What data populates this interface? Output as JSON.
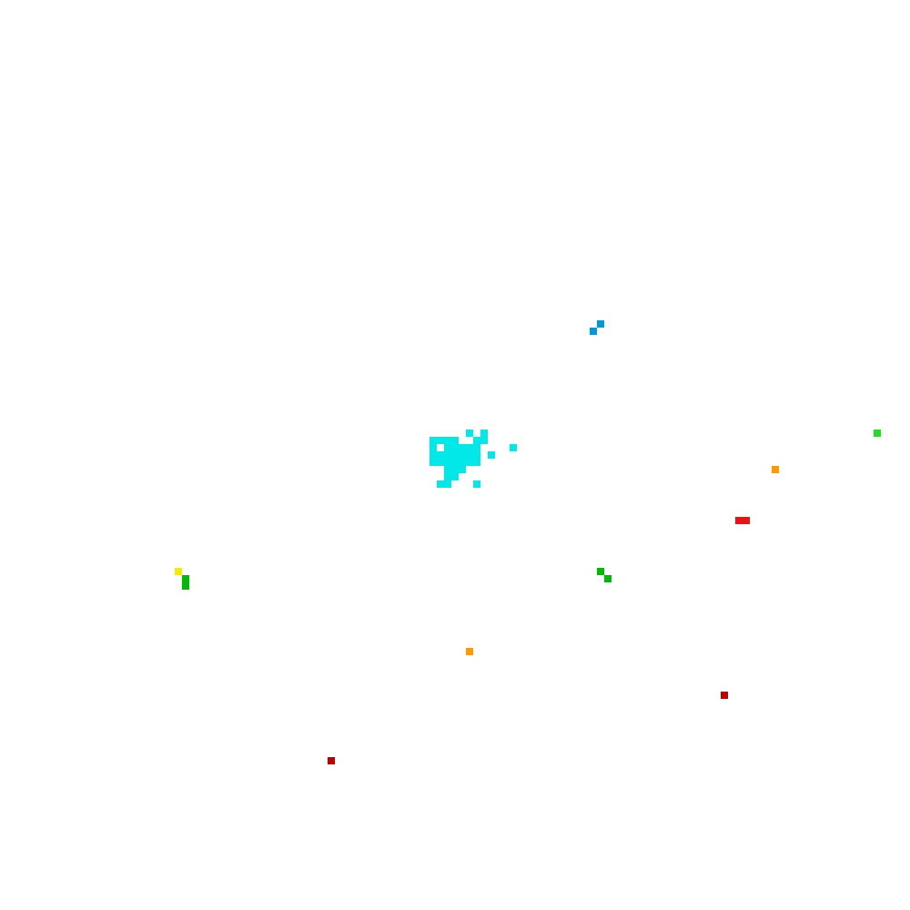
{
  "board": {
    "background": "#ffffff",
    "grid_cells": 125,
    "pixels_per_cell": 8
  },
  "player": {
    "name": "player-blob",
    "color": "#00e8e8",
    "cells": [
      [
        64,
        59
      ],
      [
        66,
        59
      ],
      [
        59,
        60
      ],
      [
        60,
        60
      ],
      [
        61,
        60
      ],
      [
        62,
        60
      ],
      [
        65,
        60
      ],
      [
        66,
        60
      ],
      [
        59,
        61
      ],
      [
        61,
        61
      ],
      [
        62,
        61
      ],
      [
        63,
        61
      ],
      [
        64,
        61
      ],
      [
        65,
        61
      ],
      [
        70,
        61
      ],
      [
        59,
        62
      ],
      [
        60,
        62
      ],
      [
        61,
        62
      ],
      [
        62,
        62
      ],
      [
        63,
        62
      ],
      [
        64,
        62
      ],
      [
        65,
        62
      ],
      [
        67,
        62
      ],
      [
        59,
        63
      ],
      [
        60,
        63
      ],
      [
        61,
        63
      ],
      [
        62,
        63
      ],
      [
        63,
        63
      ],
      [
        64,
        63
      ],
      [
        65,
        63
      ],
      [
        61,
        64
      ],
      [
        62,
        64
      ],
      [
        63,
        64
      ],
      [
        61,
        65
      ],
      [
        62,
        65
      ],
      [
        60,
        66
      ],
      [
        61,
        66
      ],
      [
        65,
        66
      ]
    ]
  },
  "pellets": [
    {
      "color": "#0099dd",
      "cells": [
        [
          82,
          44
        ],
        [
          81,
          45
        ]
      ]
    },
    {
      "color": "#22dd22",
      "cells": [
        [
          120,
          59
        ]
      ]
    },
    {
      "color": "#ff9900",
      "cells": [
        [
          106,
          64
        ]
      ]
    },
    {
      "color": "#ee1111",
      "cells": [
        [
          101,
          71
        ],
        [
          102,
          71
        ]
      ]
    },
    {
      "color": "#00bb00",
      "cells": [
        [
          82,
          78
        ],
        [
          83,
          79
        ]
      ]
    },
    {
      "color": "#eeee00",
      "cells": [
        [
          24,
          78
        ]
      ]
    },
    {
      "color": "#00bb00",
      "cells": [
        [
          25,
          79
        ],
        [
          25,
          80
        ]
      ]
    },
    {
      "color": "#ff9900",
      "cells": [
        [
          64,
          89
        ]
      ]
    },
    {
      "color": "#bb0000",
      "cells": [
        [
          99,
          95
        ]
      ]
    },
    {
      "color": "#bb0000",
      "cells": [
        [
          45,
          104
        ]
      ]
    }
  ]
}
